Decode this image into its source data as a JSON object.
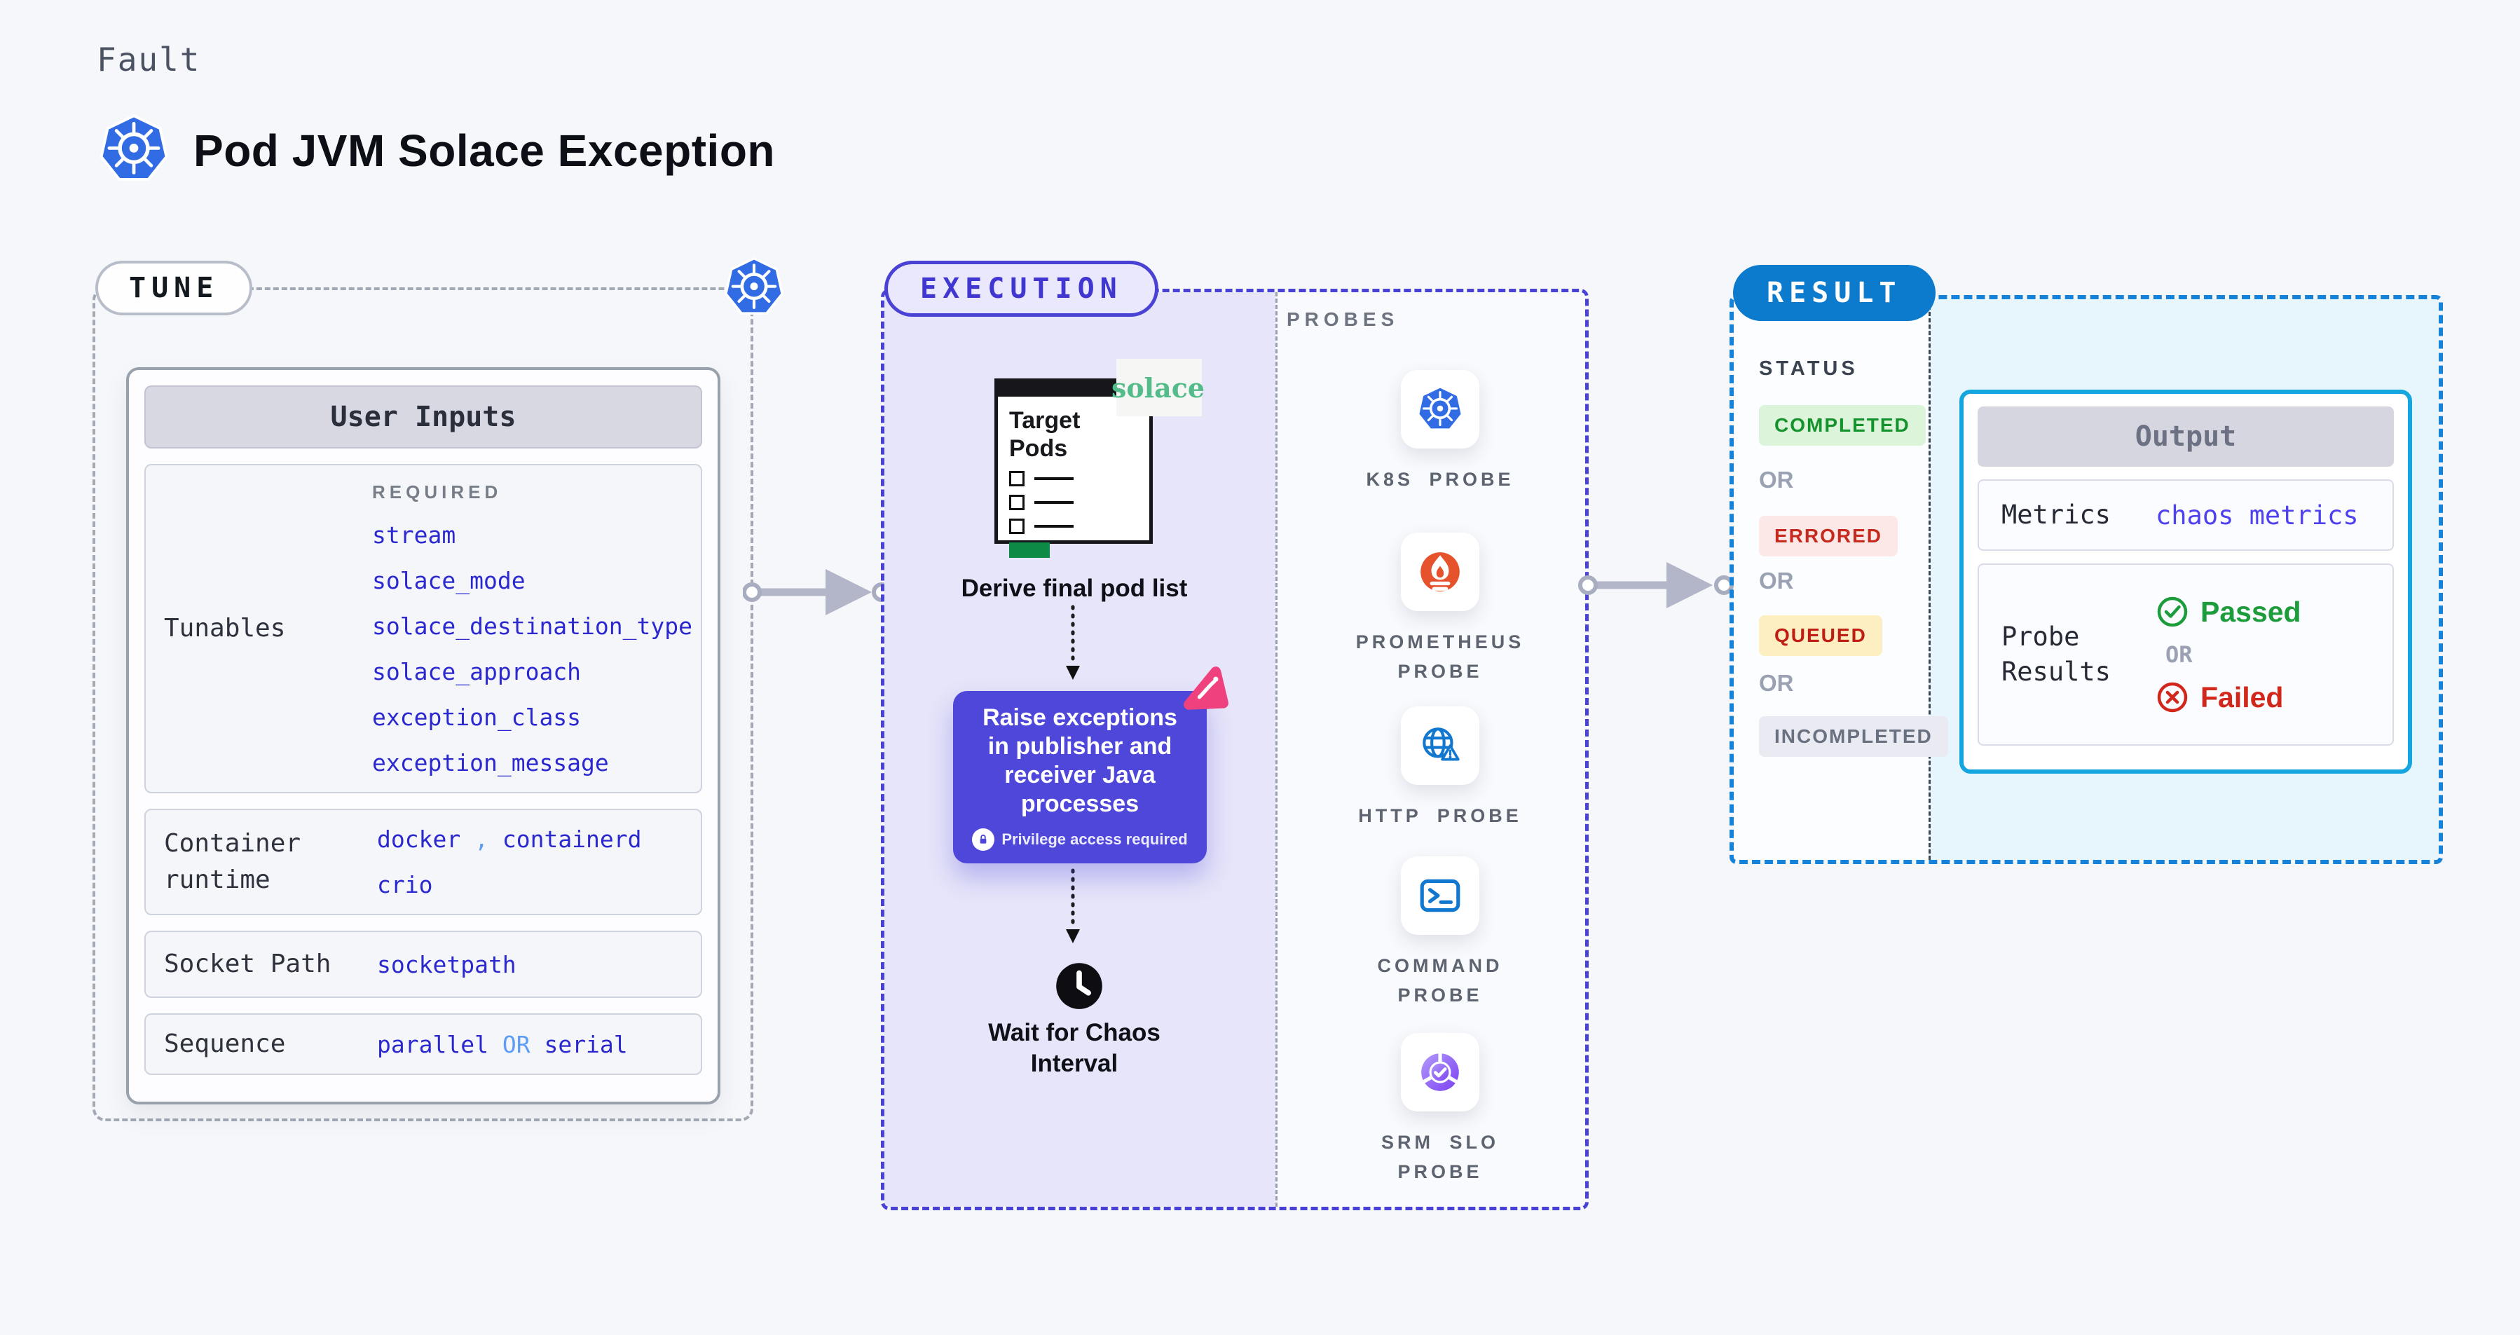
{
  "header": {
    "kicker": "Fault",
    "title": "Pod JVM Solace Exception",
    "icon": "kubernetes-icon"
  },
  "tune": {
    "badge": "TUNE",
    "user_inputs": {
      "title": "User Inputs",
      "tunables": {
        "label": "Tunables",
        "required": "REQUIRED",
        "values": [
          "stream",
          "solace_mode",
          "solace_destination_type",
          "solace_approach",
          "exception_class",
          "exception_message"
        ]
      },
      "container_runtime": {
        "label": "Container runtime",
        "value1": "docker",
        "separator": ",",
        "value2": "containerd",
        "value3": "crio"
      },
      "socket_path": {
        "label": "Socket Path",
        "value": "socketpath"
      },
      "sequence": {
        "label": "Sequence",
        "value1": "parallel",
        "or": "OR",
        "value2": "serial"
      }
    }
  },
  "execution": {
    "badge": "EXECUTION",
    "target_pods_title": "Target Pods",
    "solace_logo": "solace",
    "derive_caption": "Derive final pod list",
    "inject_text": "Raise exceptions in publisher and receiver Java processes",
    "inject_note": "Privilege access required",
    "wait_caption": "Wait for Chaos Interval"
  },
  "probes": {
    "heading": "PROBES",
    "items": [
      {
        "label": "K8S PROBE",
        "icon": "kubernetes-icon"
      },
      {
        "label": "PROMETHEUS PROBE",
        "icon": "prometheus-icon"
      },
      {
        "label": "HTTP PROBE",
        "icon": "http-globe-icon"
      },
      {
        "label": "COMMAND PROBE",
        "icon": "terminal-icon"
      },
      {
        "label": "SRM SLO PROBE",
        "icon": "slo-donut-icon"
      }
    ]
  },
  "result": {
    "badge": "RESULT",
    "status": {
      "heading": "STATUS",
      "or": "OR",
      "items": [
        {
          "label": "COMPLETED",
          "bg": "#dcf4da",
          "color": "#14922c"
        },
        {
          "label": "ERRORED",
          "bg": "#fce9e7",
          "color": "#c62a1e"
        },
        {
          "label": "QUEUED",
          "bg": "#fdefc2",
          "color": "#c01d14"
        },
        {
          "label": "INCOMPLETED",
          "bg": "#eaebf2",
          "color": "#697080"
        }
      ]
    },
    "output": {
      "title": "Output",
      "metrics_label": "Metrics",
      "metrics_value": "chaos metrics",
      "probe_results_label": "Probe Results",
      "passed": "Passed",
      "or": "OR",
      "failed": "Failed"
    }
  },
  "colors": {
    "kubernetes_blue": "#326ce5",
    "execution_indigo": "#4a42d5",
    "inject_purple": "#4f47da",
    "chaos_pink": "#f0417f",
    "result_blue": "#0c7bce",
    "output_border_cyan": "#15a5df",
    "value_blue": "#2b28cf",
    "or_light_blue": "#5d9cf5",
    "passed_green": "#1d9c3c",
    "failed_red": "#d2281c",
    "prometheus_orange": "#e6522c",
    "solace_green": "#54bc8a"
  }
}
